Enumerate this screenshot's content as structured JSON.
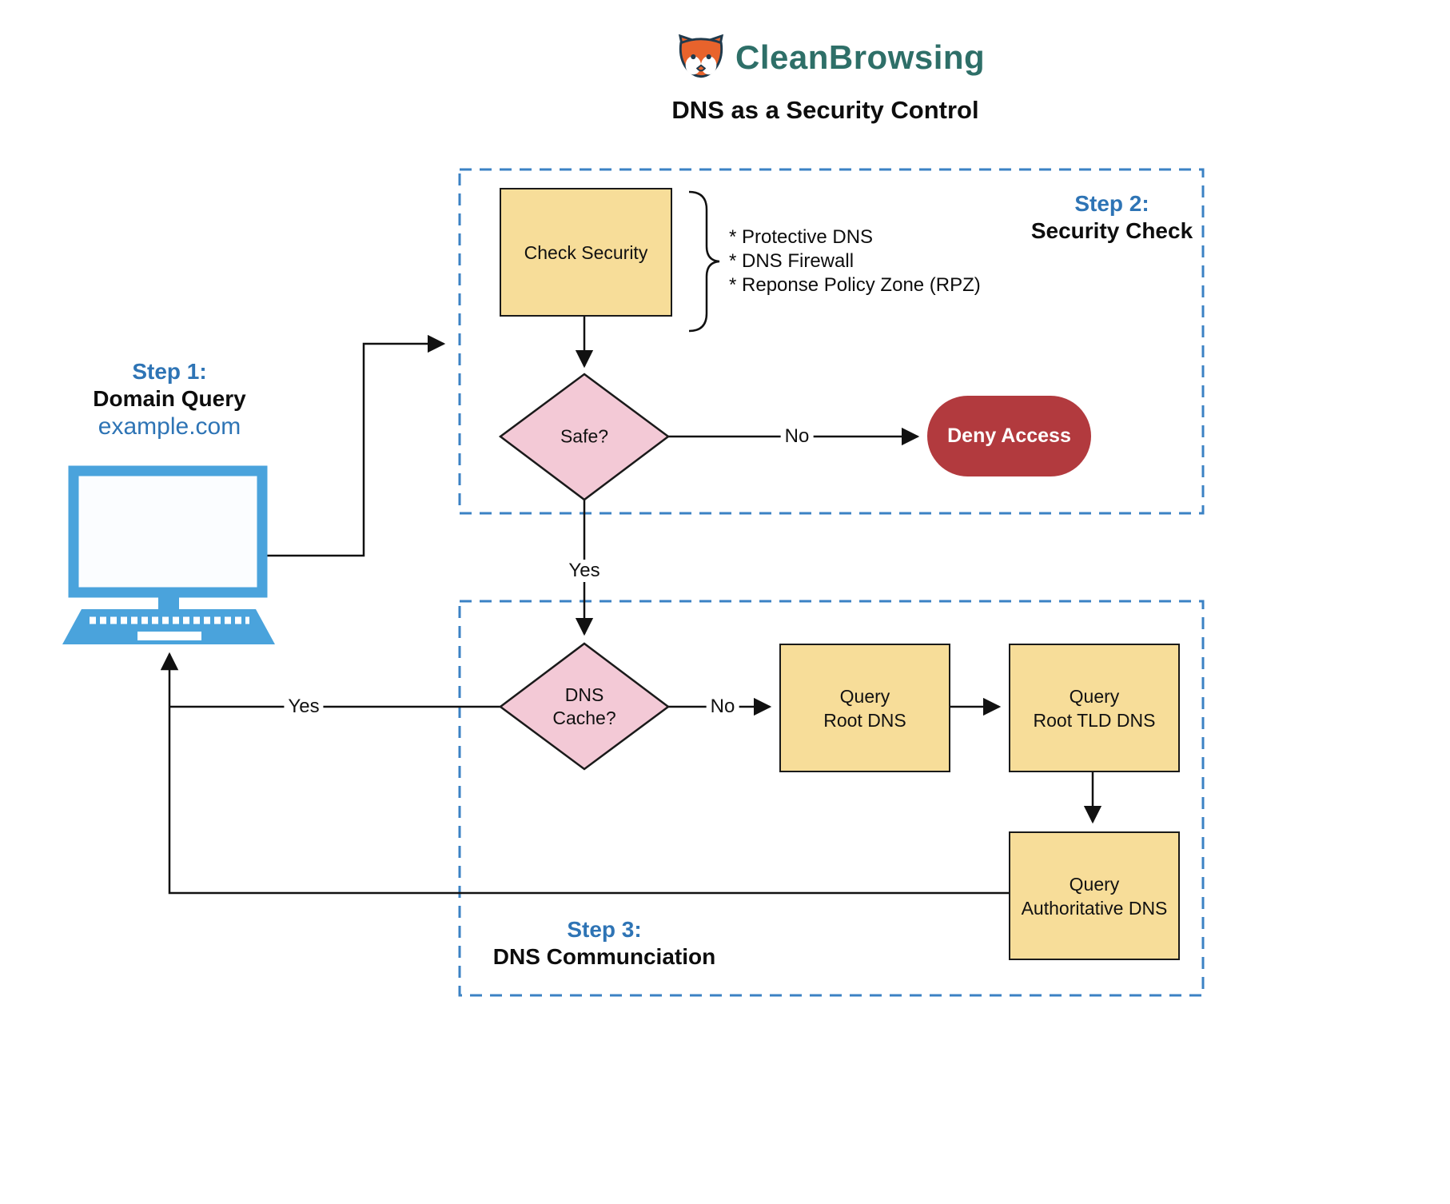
{
  "brand": {
    "name": "CleanBrowsing"
  },
  "title": "DNS as a Security Control",
  "step1": {
    "step": "Step 1:",
    "name": "Domain Query",
    "domain": "example.com"
  },
  "step2": {
    "step": "Step 2:",
    "name": "Security Check",
    "check_security": "Check Security",
    "bullets": [
      "* Protective DNS",
      "* DNS Firewall",
      "* Reponse Policy Zone (RPZ)"
    ],
    "safe_question": "Safe?",
    "deny_access": "Deny Access",
    "edge_no": "No",
    "edge_yes": "Yes"
  },
  "step3": {
    "step": "Step 3:",
    "name": "DNS Communciation",
    "dns_cache": {
      "line1": "DNS",
      "line2": "Cache?"
    },
    "query_root": {
      "line1": "Query",
      "line2": "Root DNS"
    },
    "query_tld": {
      "line1": "Query",
      "line2": "Root TLD DNS"
    },
    "query_auth": {
      "line1": "Query",
      "line2": "Authoritative DNS"
    },
    "edge_no": "No",
    "edge_yes": "Yes"
  },
  "colors": {
    "accent_blue": "#2e74b5",
    "dashed_border": "#3b82c4",
    "node_yellow": "#f7dd99",
    "diamond_pink": "#f3c9d6",
    "deny_red": "#b23a3e",
    "brand_teal": "#2e6f68",
    "computer_blue": "#4aa3dc"
  }
}
